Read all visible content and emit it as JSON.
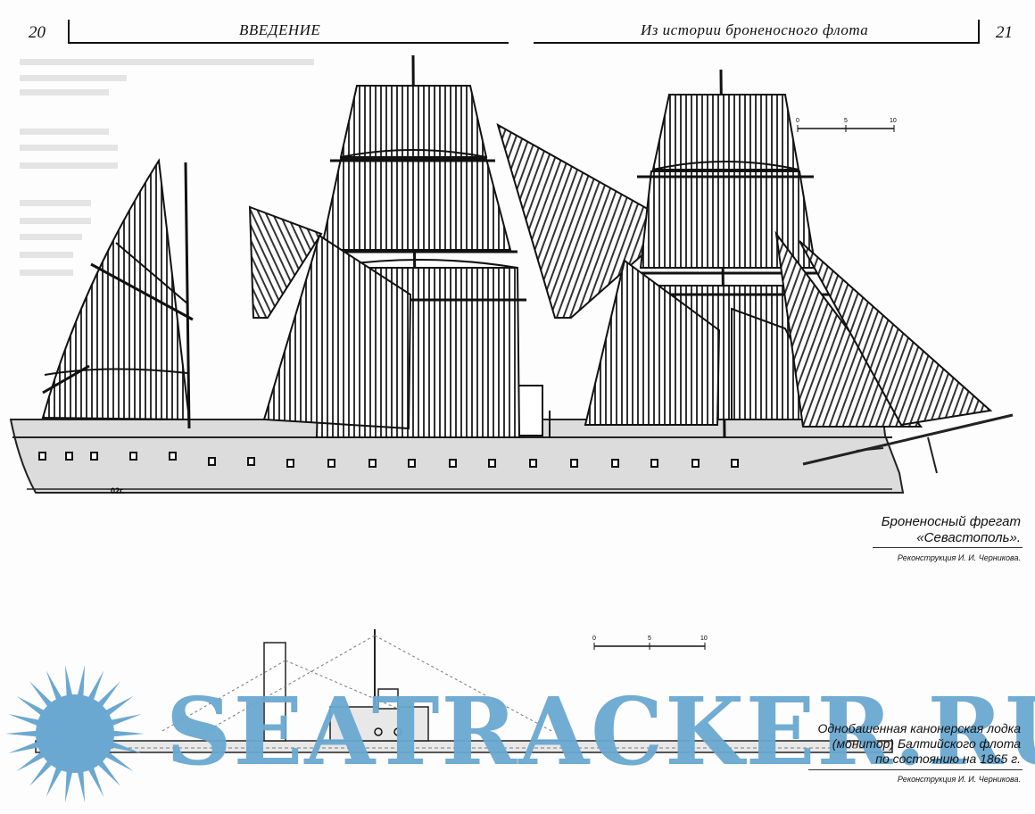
{
  "header": {
    "left_page_number": "20",
    "left_title": "ВВЕДЕНИЕ",
    "right_title": "Из   истории броненосного флота",
    "right_page_number": "21"
  },
  "figure_top": {
    "hull_mark": "02г.",
    "scale_labels": [
      "0",
      "5",
      "10"
    ],
    "caption_line1": "Броненосный фрегат",
    "caption_line2": "«Севастополь».",
    "credit": "Реконструкция И. И. Черникова."
  },
  "figure_bottom": {
    "scale_labels": [
      "0",
      "5",
      "10"
    ],
    "caption_line1": "Однобашенная канонерская лодка",
    "caption_line2": "(монитор) Балтийского флота",
    "caption_line3": "по состоянию на 1865 г.",
    "credit": "Реконструкция И. И. Черникова."
  },
  "watermark": {
    "text": "SEATRACKER.RU",
    "color": "#6aa8d1",
    "logo_icon": "sun-burst-icon"
  }
}
